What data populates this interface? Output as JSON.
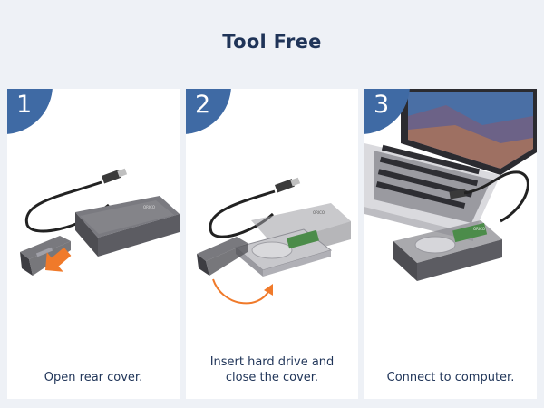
{
  "title": "Tool Free",
  "steps": [
    {
      "number": "1",
      "caption": "Open rear cover."
    },
    {
      "number": "2",
      "caption_line1": "Insert hard drive and",
      "caption_line2": "close the cover."
    },
    {
      "number": "3",
      "caption": "Connect to computer."
    }
  ],
  "colors": {
    "background": "#eef1f6",
    "title": "#1f3458",
    "badge": "#3f6aa4",
    "arrow": "#f07a2a"
  }
}
